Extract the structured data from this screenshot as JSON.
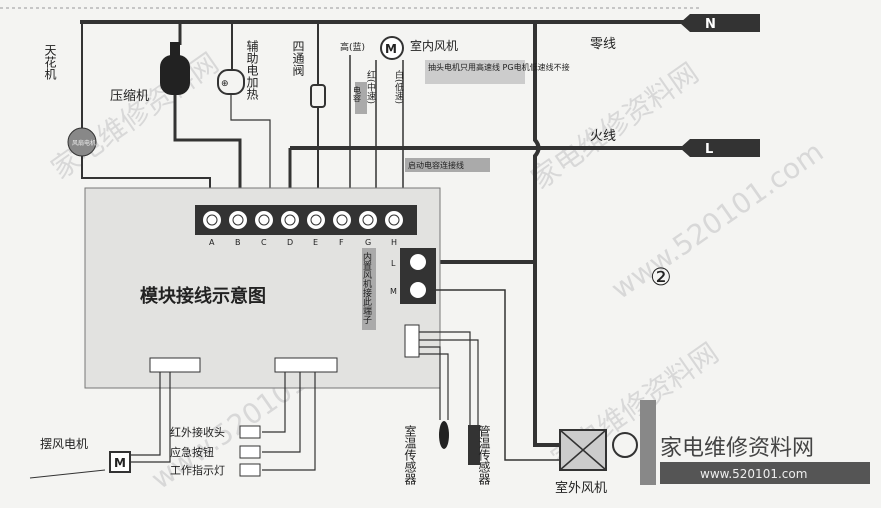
{
  "title": "模块接线示意图",
  "circled_number": "②",
  "power": {
    "neutral_label": "零线",
    "live_label": "火线",
    "neutral_tag": "N",
    "live_tag": "L"
  },
  "components": {
    "ceiling_fan": "天花机",
    "ceiling_fan_badge": "风扇电机",
    "compressor": "压缩机",
    "aux_heater": "辅助电加热",
    "four_way_valve": "四通阀",
    "indoor_fan": "室内风机",
    "high_tag": "高(蓝)",
    "red_tag": "红(中速)",
    "white_tag": "白(低速)",
    "fan_note": "抽头电机只用高速线 PG电机低速线不接",
    "cap_label": "电容",
    "start_cap_label": "启动电容连接线",
    "internal_fan_note": "内置风机接此端子",
    "swing_motor": "摆风电机",
    "motor_symbol": "M",
    "ir_receiver": "红外接收头",
    "emergency_button": "应急按钮",
    "work_indicator": "工作指示灯",
    "room_sensor": "室温传感器",
    "pipe_sensor": "管温传感器",
    "outdoor_fan": "室外风机"
  },
  "terminals": [
    "A",
    "B",
    "C",
    "D",
    "E",
    "F",
    "G",
    "H"
  ],
  "side_terminals": [
    "L",
    "M"
  ],
  "watermarks": [
    "家电维修资料网",
    "www.520101.com"
  ],
  "brand": "家电维修资料网",
  "brand_url": "www.520101.com"
}
